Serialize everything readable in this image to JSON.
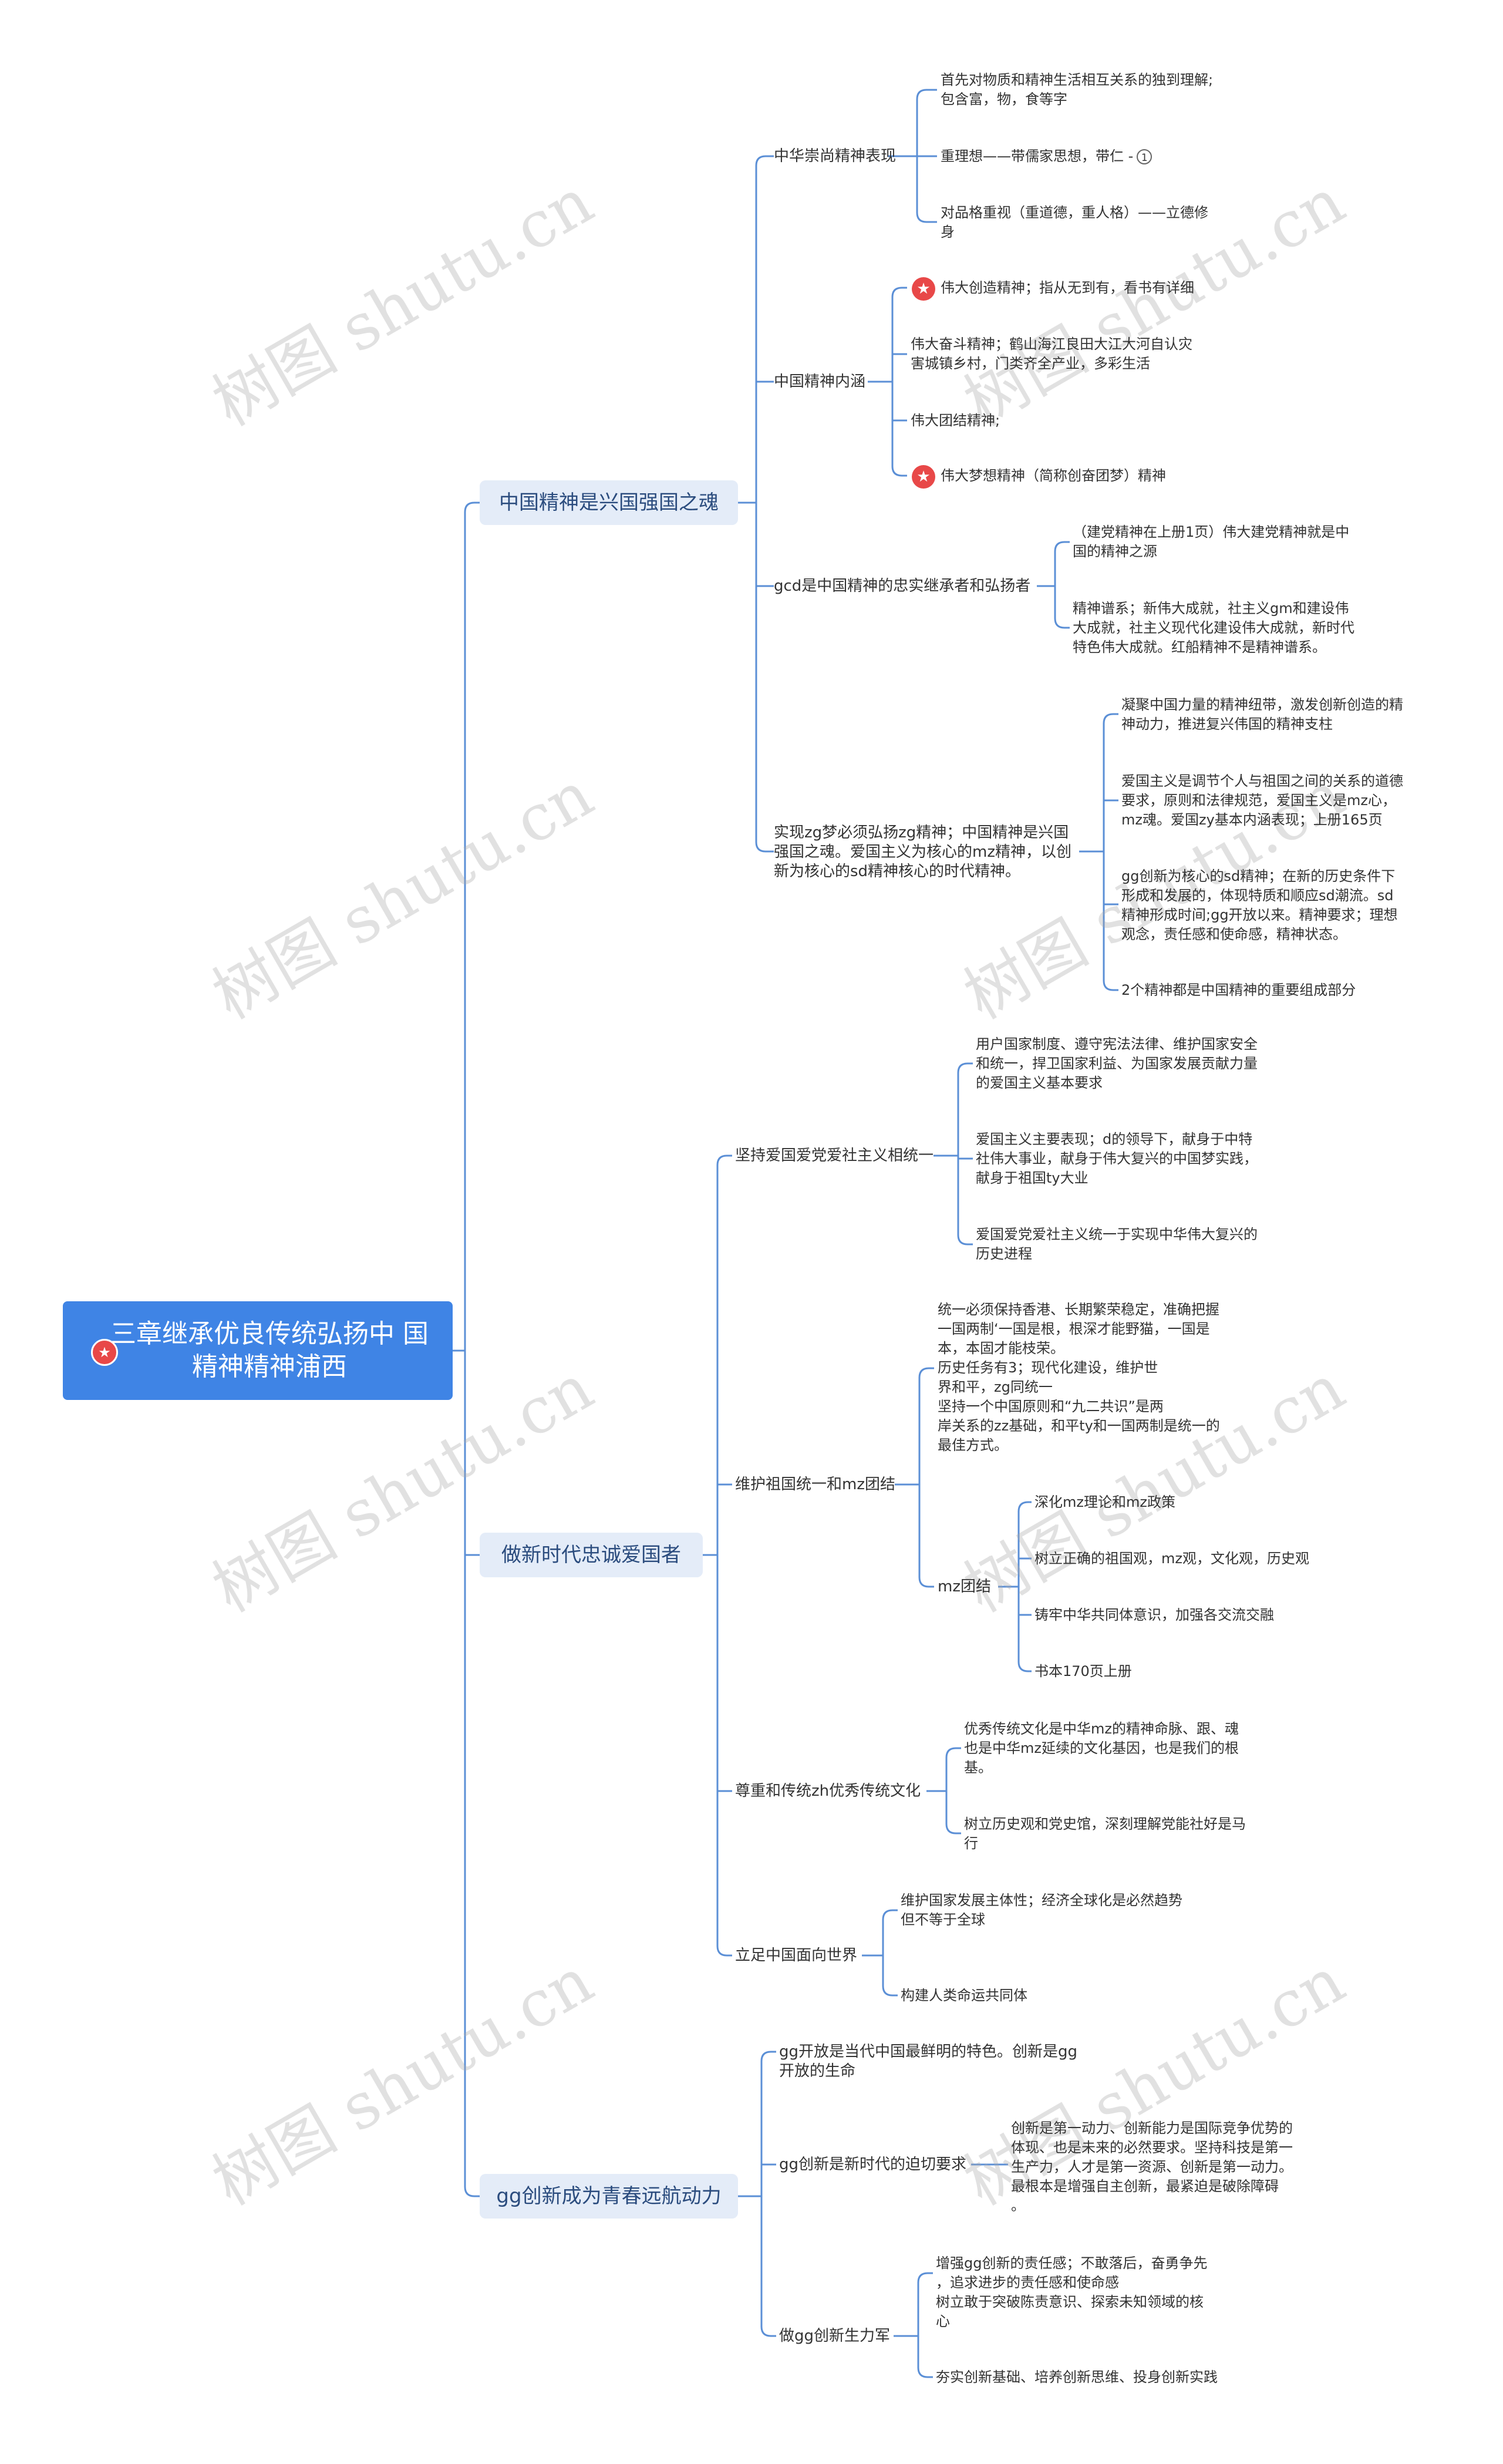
{
  "root": {
    "title": "三章继承优良传统弘扬中\n国精神精神浦西",
    "icon": "star-icon"
  },
  "watermark": "树图 shutu.cn",
  "colors": {
    "line": "#5b8fd6",
    "root_bg": "#3f84e5",
    "branch_bg": "#e4ecf8",
    "star": "#e84848"
  },
  "branches": [
    {
      "label": "中国精神是兴国强国之魂",
      "children": [
        {
          "label": "中华崇尚精神表现",
          "children": [
            "首先对物质和精神生活相互关系的独到理解;\n包含富，物，食等字",
            "重理想——带儒家思想，带仁",
            "对品格重视（重道德，重人格）——立德修\n身"
          ],
          "note_badge": "1"
        },
        {
          "label": "中国精神内涵",
          "children": [
            "伟大创造精神；指从无到有，看书有详细",
            "伟大奋斗精神；鹤山海江良田大江大河自认灾\n害城镇乡村，门类齐全产业，多彩生活",
            "伟大团结精神;",
            "伟大梦想精神（简称创奋团梦）精神"
          ]
        },
        {
          "label": "gcd是中国精神的忠实继承者和弘扬者",
          "children": [
            "（建党精神在上册1页）伟大建党精神就是中\n国的精神之源",
            "精神谱系；新伟大成就，社主义gm和建设伟\n大成就，社主义现代化建设伟大成就，新时代\n特色伟大成就。红船精神不是精神谱系。"
          ]
        },
        {
          "label": "实现zg梦必须弘扬zg精神；中国精神是兴国\n强国之魂。爱国主义为核心的mz精神，以创\n新为核心的sd精神核心的时代精神。",
          "children": [
            "凝聚中国力量的精神纽带，激发创新创造的精\n神动力，推进复兴伟国的精神支柱",
            "爱国主义是调节个人与祖国之间的关系的道德\n要求，原则和法律规范，爱国主义是mz心，\nmz魂。爱国zy基本内涵表现；上册165页",
            "gg创新为核心的sd精神；在新的历史条件下\n形成和发展的，体现特质和顺应sd潮流。sd\n精神形成时间;gg开放以来。精神要求；理想\n观念，责任感和使命感，精神状态。",
            "2个精神都是中国精神的重要组成部分"
          ]
        }
      ]
    },
    {
      "label": "做新时代忠诚爱国者",
      "children": [
        {
          "label": "坚持爱国爱党爱社主义相统一",
          "children": [
            "用户国家制度、遵守宪法法律、维护国家安全\n和统一，捍卫国家利益、为国家发展贡献力量\n的爱国主义基本要求",
            "爱国主义主要表现；d的领导下，献身于中特\n社伟大事业，献身于伟大复兴的中国梦实践，\n献身于祖国ty大业",
            "爱国爱党爱社主义统一于实现中华伟大复兴的\n历史进程"
          ]
        },
        {
          "label": "维护祖国统一和mz团结",
          "children": [
            "统一必须保持香港、长期繁荣稳定，准确把握\n一国两制‘一国是根，根深才能野猫，一国是\n本，本固才能枝荣。\n      历史任务有3；现代化建设，维护世\n界和平，zg同统一\n      坚持一个中国原则和“九二共识”是两\n岸关系的zz基础，和平ty和一国两制是统一的\n最佳方式。"
          ],
          "sub": {
            "label": "mz团结",
            "children": [
              "深化mz理论和mz政策",
              "树立正确的祖国观，mz观，文化观，历史观",
              "铸牢中华共同体意识，加强各交流交融",
              "书本170页上册"
            ]
          }
        },
        {
          "label": "尊重和传统zh优秀传统文化",
          "children": [
            "优秀传统文化是中华mz的精神命脉、跟、魂\n也是中华mz延续的文化基因，也是我们的根\n基。",
            "树立历史观和党史馆，深刻理解党能社好是马\n行"
          ]
        },
        {
          "label": "立足中国面向世界",
          "children": [
            "维护国家发展主体性；经济全球化是必然趋势\n但不等于全球",
            "构建人类命运共同体"
          ]
        }
      ]
    },
    {
      "label": "gg创新成为青春远航动力",
      "children": [
        {
          "label": "gg开放是当代中国最鲜明的特色。创新是gg\n开放的生命",
          "children": []
        },
        {
          "label": "gg创新是新时代的迫切要求",
          "children": [
            "创新是第一动力、创新能力是国际竞争优势的\n体现、也是未来的必然要求。坚持科技是第一\n生产力，人才是第一资源、创新是第一动力。\n  最根本是增强自主创新，最紧迫是破除障碍\n。"
          ]
        },
        {
          "label": "做gg创新生力军",
          "children": [
            "增强gg创新的责任感；不敢落后，奋勇争先\n，追求进步的责任感和使命感\n 树立敢于突破陈责意识、探索未知领域的核\n心",
            "夯实创新基础、培养创新思维、投身创新实践"
          ]
        }
      ]
    }
  ]
}
